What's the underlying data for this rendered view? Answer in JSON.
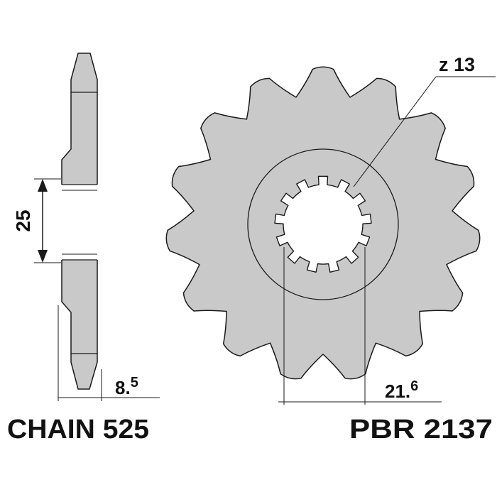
{
  "colors": {
    "fill": "#c9c9c9",
    "stroke": "#1a1a1a",
    "background": "#ffffff"
  },
  "sprocket": {
    "tooth_count": 15,
    "teeth_label": "z 13"
  },
  "hub": {
    "height_label": "25"
  },
  "dimensions": {
    "width_main": "8.",
    "width_sup": "5",
    "bore_main": "21.",
    "bore_sup": "6"
  },
  "footer": {
    "chain": "CHAIN 525",
    "part_number": "PBR 2137"
  }
}
